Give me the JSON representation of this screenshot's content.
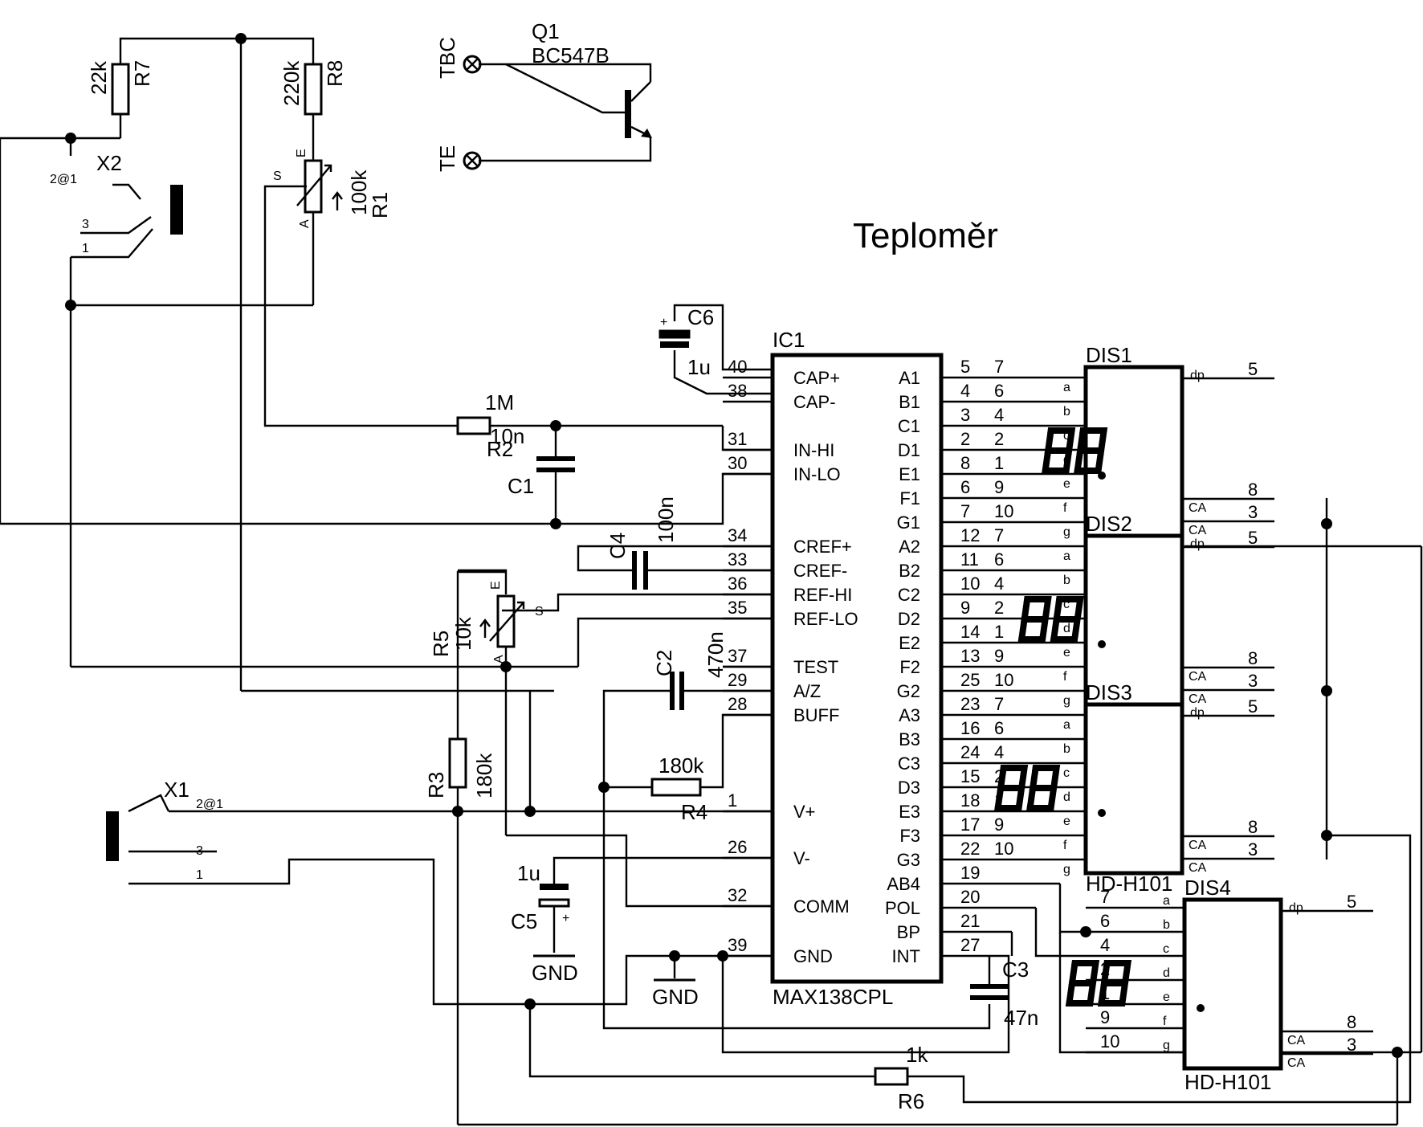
{
  "title": "Teploměr",
  "ic": {
    "ref": "IC1",
    "part": "MAX138CPL",
    "left_pins": [
      {
        "num": "40",
        "name": "CAP+"
      },
      {
        "num": "38",
        "name": "CAP-"
      },
      {
        "num": "31",
        "name": "IN-HI"
      },
      {
        "num": "30",
        "name": "IN-LO"
      },
      {
        "num": "34",
        "name": "CREF+"
      },
      {
        "num": "33",
        "name": "CREF-"
      },
      {
        "num": "36",
        "name": "REF-HI"
      },
      {
        "num": "35",
        "name": "REF-LO"
      },
      {
        "num": "37",
        "name": "TEST"
      },
      {
        "num": "29",
        "name": "A/Z"
      },
      {
        "num": "28",
        "name": "BUFF"
      },
      {
        "num": "1",
        "name": "V+"
      },
      {
        "num": "26",
        "name": "V-"
      },
      {
        "num": "32",
        "name": "COMM"
      },
      {
        "num": "39",
        "name": "GND"
      }
    ],
    "right_pins": [
      {
        "num": "5",
        "name": "A1",
        "dnum": "7",
        "seg": "a"
      },
      {
        "num": "4",
        "name": "B1",
        "dnum": "6",
        "seg": "b"
      },
      {
        "num": "3",
        "name": "C1",
        "dnum": "4",
        "seg": "c"
      },
      {
        "num": "2",
        "name": "D1",
        "dnum": "2",
        "seg": "d"
      },
      {
        "num": "8",
        "name": "E1",
        "dnum": "1",
        "seg": "e"
      },
      {
        "num": "6",
        "name": "F1",
        "dnum": "9",
        "seg": "f"
      },
      {
        "num": "7",
        "name": "G1",
        "dnum": "10",
        "seg": "g"
      },
      {
        "num": "12",
        "name": "A2",
        "dnum": "7",
        "seg": "a"
      },
      {
        "num": "11",
        "name": "B2",
        "dnum": "6",
        "seg": "b"
      },
      {
        "num": "10",
        "name": "C2",
        "dnum": "4",
        "seg": "c"
      },
      {
        "num": "9",
        "name": "D2",
        "dnum": "2",
        "seg": "d"
      },
      {
        "num": "14",
        "name": "E2",
        "dnum": "1",
        "seg": "e"
      },
      {
        "num": "13",
        "name": "F2",
        "dnum": "9",
        "seg": "f"
      },
      {
        "num": "25",
        "name": "G2",
        "dnum": "10",
        "seg": "g"
      },
      {
        "num": "23",
        "name": "A3",
        "dnum": "7",
        "seg": "a"
      },
      {
        "num": "16",
        "name": "B3",
        "dnum": "6",
        "seg": "b"
      },
      {
        "num": "24",
        "name": "C3",
        "dnum": "4",
        "seg": "c"
      },
      {
        "num": "15",
        "name": "D3",
        "dnum": "2",
        "seg": "d"
      },
      {
        "num": "18",
        "name": "E3",
        "dnum": "1",
        "seg": "e"
      },
      {
        "num": "17",
        "name": "F3",
        "dnum": "9",
        "seg": "f"
      },
      {
        "num": "22",
        "name": "G3",
        "dnum": "10",
        "seg": "g"
      },
      {
        "num": "19",
        "name": "AB4"
      },
      {
        "num": "20",
        "name": "POL"
      },
      {
        "num": "21",
        "name": "BP"
      },
      {
        "num": "27",
        "name": "INT"
      }
    ]
  },
  "displays": [
    {
      "ref": "DIS1",
      "part": "HD-H101"
    },
    {
      "ref": "DIS2",
      "part": "HD-H101"
    },
    {
      "ref": "DIS3",
      "part": "HD-H101"
    },
    {
      "ref": "DIS4",
      "part": "HD-H101"
    }
  ],
  "display_pins": {
    "dp": "dp",
    "dp_num": "5",
    "ca": "CA",
    "ca_nums": [
      "8",
      "3"
    ]
  },
  "dis4_pins": [
    {
      "num": "7",
      "seg": "a"
    },
    {
      "num": "6",
      "seg": "b"
    },
    {
      "num": "4",
      "seg": "c"
    },
    {
      "num": "2",
      "seg": "d"
    },
    {
      "num": "1",
      "seg": "e"
    },
    {
      "num": "9",
      "seg": "f"
    },
    {
      "num": "10",
      "seg": "g"
    }
  ],
  "components": {
    "r7": {
      "ref": "R7",
      "value": "22k"
    },
    "r8": {
      "ref": "R8",
      "value": "220k"
    },
    "r1": {
      "ref": "R1",
      "value": "100k"
    },
    "r2": {
      "ref": "R2",
      "value": "1M"
    },
    "c1": {
      "ref": "C1",
      "value": "10n"
    },
    "c4": {
      "ref": "C4",
      "value": "100n"
    },
    "c6": {
      "ref": "C6",
      "value": "1u"
    },
    "r5": {
      "ref": "R5",
      "value": "10k"
    },
    "c2": {
      "ref": "C2",
      "value": "470n"
    },
    "r4": {
      "ref": "R4",
      "value": "180k"
    },
    "r3": {
      "ref": "R3",
      "value": "180k"
    },
    "c5": {
      "ref": "C5",
      "value": "1u"
    },
    "c3": {
      "ref": "C3",
      "value": "47n"
    },
    "r6": {
      "ref": "R6",
      "value": "1k"
    },
    "q1": {
      "ref": "Q1",
      "value": "BC547B"
    }
  },
  "pot_pins": {
    "e": "E",
    "s": "S",
    "a": "A"
  },
  "cap_plus": "+",
  "connectors": {
    "x1": {
      "ref": "X1",
      "p21": "2@1",
      "p3": "3",
      "p1": "1"
    },
    "x2": {
      "ref": "X2",
      "p21": "2@1",
      "p3": "3",
      "p1": "1"
    },
    "tbc": "TBC",
    "te": "TE"
  },
  "gnd": "GND"
}
